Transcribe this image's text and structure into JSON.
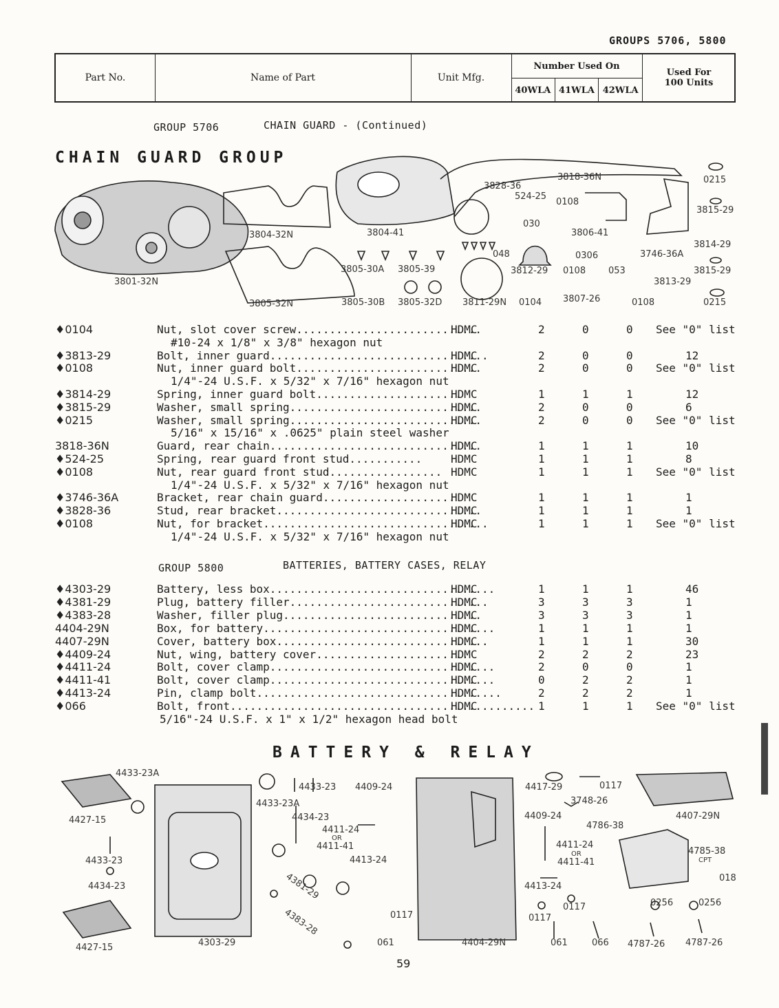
{
  "header_groups": "GROUPS 5706, 5800",
  "table_header": {
    "part_no": "Part No.",
    "name_of_part": "Name of Part",
    "unit_mfg": "Unit Mfg.",
    "number_used_on": "Number Used On",
    "models": [
      "40WLA",
      "41WLA",
      "42WLA"
    ],
    "used_for": "Used For 100 Units"
  },
  "section1": {
    "group_code": "GROUP 5706",
    "group_title": "CHAIN GUARD - (Continued)",
    "illustration_title": "CHAIN GUARD GROUP",
    "labels": [
      "3801-32N",
      "3804-32N",
      "3804-41",
      "3805-32N",
      "3805-30A",
      "3805-39",
      "3805-30B",
      "3805-32D",
      "3811-29N",
      "3828-36",
      "3818-36N",
      "524-25",
      "0108",
      "030",
      "048",
      "3812-29",
      "0108",
      "053",
      "0104",
      "3806-41",
      "0306",
      "3807-26",
      "3746-36A",
      "0215",
      "3815-29",
      "3814-29",
      "3815-29",
      "3813-29",
      "0108",
      "0215"
    ]
  },
  "section1_rows": [
    {
      "part": "♦0104",
      "name": "Nut, slot cover screw............................",
      "mfg": "HDMC",
      "a": "2",
      "b": "0",
      "c": "0",
      "used": "See \"0\" list"
    },
    {
      "part": "",
      "name": "#10-24 x 1/8\" x 3/8\" hexagon nut",
      "mfg": "",
      "a": "",
      "b": "",
      "c": "",
      "used": ""
    },
    {
      "part": "♦3813-29",
      "name": "Bolt, inner guard.................................",
      "mfg": "HDMC",
      "a": "2",
      "b": "0",
      "c": "0",
      "used": "12"
    },
    {
      "part": "♦0108",
      "name": "Nut, inner guard bolt............................",
      "mfg": "HDMC",
      "a": "2",
      "b": "0",
      "c": "0",
      "used": "See \"0\" list"
    },
    {
      "part": "",
      "name": "1/4\"-24 U.S.F. x 5/32\" x 7/16\" hexagon nut",
      "mfg": "",
      "a": "",
      "b": "",
      "c": "",
      "used": ""
    },
    {
      "part": "♦3814-29",
      "name": "Spring, inner guard bolt......................",
      "mfg": "HDMC",
      "a": "1",
      "b": "1",
      "c": "1",
      "used": "12"
    },
    {
      "part": "♦3815-29",
      "name": "Washer, small spring.............................",
      "mfg": "HDMC",
      "a": "2",
      "b": "0",
      "c": "0",
      "used": "6"
    },
    {
      "part": "♦0215",
      "name": "Washer, small spring.............................",
      "mfg": "HDMC",
      "a": "2",
      "b": "0",
      "c": "0",
      "used": "See \"0\" list"
    },
    {
      "part": "",
      "name": "5/16\" x 15/16\" x .0625\" plain steel washer",
      "mfg": "",
      "a": "",
      "b": "",
      "c": "",
      "used": ""
    },
    {
      "part": "3818-36N",
      "name": "Guard, rear chain................................",
      "mfg": "HDMC",
      "a": "1",
      "b": "1",
      "c": "1",
      "used": "10"
    },
    {
      "part": "♦524-25",
      "name": "Spring, rear guard front stud...........",
      "mfg": "HDMC",
      "a": "1",
      "b": "1",
      "c": "1",
      "used": "8"
    },
    {
      "part": "♦0108",
      "name": "Nut, rear guard front stud.................",
      "mfg": "HDMC",
      "a": "1",
      "b": "1",
      "c": "1",
      "used": "See \"0\" list"
    },
    {
      "part": "",
      "name": "1/4\"-24 U.S.F. x 5/32\" x 7/16\" hexagon nut",
      "mfg": "",
      "a": "",
      "b": "",
      "c": "",
      "used": ""
    },
    {
      "part": "♦3746-36A",
      "name": "Bracket, rear chain guard....................",
      "mfg": "HDMC",
      "a": "1",
      "b": "1",
      "c": "1",
      "used": "1"
    },
    {
      "part": "♦3828-36",
      "name": "Stud, rear bracket...............................",
      "mfg": "HDMC",
      "a": "1",
      "b": "1",
      "c": "1",
      "used": "1"
    },
    {
      "part": "♦0108",
      "name": "Nut, for bracket..................................",
      "mfg": "HDMC",
      "a": "1",
      "b": "1",
      "c": "1",
      "used": "See \"0\" list"
    },
    {
      "part": "",
      "name": "1/4\"-24 U.S.F. x 5/32\" x 7/16\" hexagon nut",
      "mfg": "",
      "a": "",
      "b": "",
      "c": "",
      "used": ""
    }
  ],
  "section2": {
    "group_code": "GROUP 5800",
    "group_title": "BATTERIES, BATTERY CASES, RELAY",
    "illustration_title": "BATTERY & RELAY",
    "labels": [
      "4433-23A",
      "4427-15",
      "4433-23",
      "4434-23",
      "4427-15",
      "4303-29",
      "4433-23",
      "4409-24",
      "4433-23A",
      "4434-23",
      "4411-24",
      "OR",
      "4411-41",
      "4413-24",
      "4381-29",
      "4383-28",
      "0117",
      "061",
      "4404-29N",
      "4417-29",
      "0117",
      "3748-26",
      "4409-24",
      "4786-38",
      "4411-24",
      "OR",
      "4411-41",
      "4413-24",
      "0117",
      "0117",
      "061",
      "066",
      "4407-29N",
      "4785-38",
      "CPT",
      "018",
      "0256",
      "0256",
      "4787-26",
      "4787-26"
    ]
  },
  "section2_rows": [
    {
      "part": "♦4303-29",
      "name": "Battery, less box..................................",
      "mfg": "HDMC",
      "a": "1",
      "b": "1",
      "c": "1",
      "used": "46"
    },
    {
      "part": "♦4381-29",
      "name": "Plug, battery filler..............................",
      "mfg": "HDMC",
      "a": "3",
      "b": "3",
      "c": "3",
      "used": "1"
    },
    {
      "part": "♦4383-28",
      "name": "Washer, filler plug..............................",
      "mfg": "HDMC",
      "a": "3",
      "b": "3",
      "c": "3",
      "used": "1"
    },
    {
      "part": "4404-29N",
      "name": "Box, for battery...................................",
      "mfg": "HDMC",
      "a": "1",
      "b": "1",
      "c": "1",
      "used": "1"
    },
    {
      "part": "4407-29N",
      "name": "Cover, battery box................................",
      "mfg": "HDMC",
      "a": "1",
      "b": "1",
      "c": "1",
      "used": "30"
    },
    {
      "part": "♦4409-24",
      "name": "Nut, wing, battery cover.......................",
      "mfg": "HDMC",
      "a": "2",
      "b": "2",
      "c": "2",
      "used": "23"
    },
    {
      "part": "♦4411-24",
      "name": "Bolt, cover clamp..................................",
      "mfg": "HDMC",
      "a": "2",
      "b": "0",
      "c": "0",
      "used": "1"
    },
    {
      "part": "♦4411-41",
      "name": "Bolt, cover clamp..................................",
      "mfg": "HDMC",
      "a": "0",
      "b": "2",
      "c": "2",
      "used": "1"
    },
    {
      "part": "♦4413-24",
      "name": "Pin, clamp bolt.....................................",
      "mfg": "HDMC",
      "a": "2",
      "b": "2",
      "c": "2",
      "used": "1"
    },
    {
      "part": "♦066",
      "name": "Bolt, front..............................................",
      "mfg": "HDMC",
      "a": "1",
      "b": "1",
      "c": "1",
      "used": "See \"0\" list"
    },
    {
      "part": "",
      "name": "5/16\"-24 U.S.F. x 1\" x 1/2\" hexagon head bolt",
      "mfg": "",
      "a": "",
      "b": "",
      "c": "",
      "used": ""
    }
  ],
  "page_number": "59"
}
